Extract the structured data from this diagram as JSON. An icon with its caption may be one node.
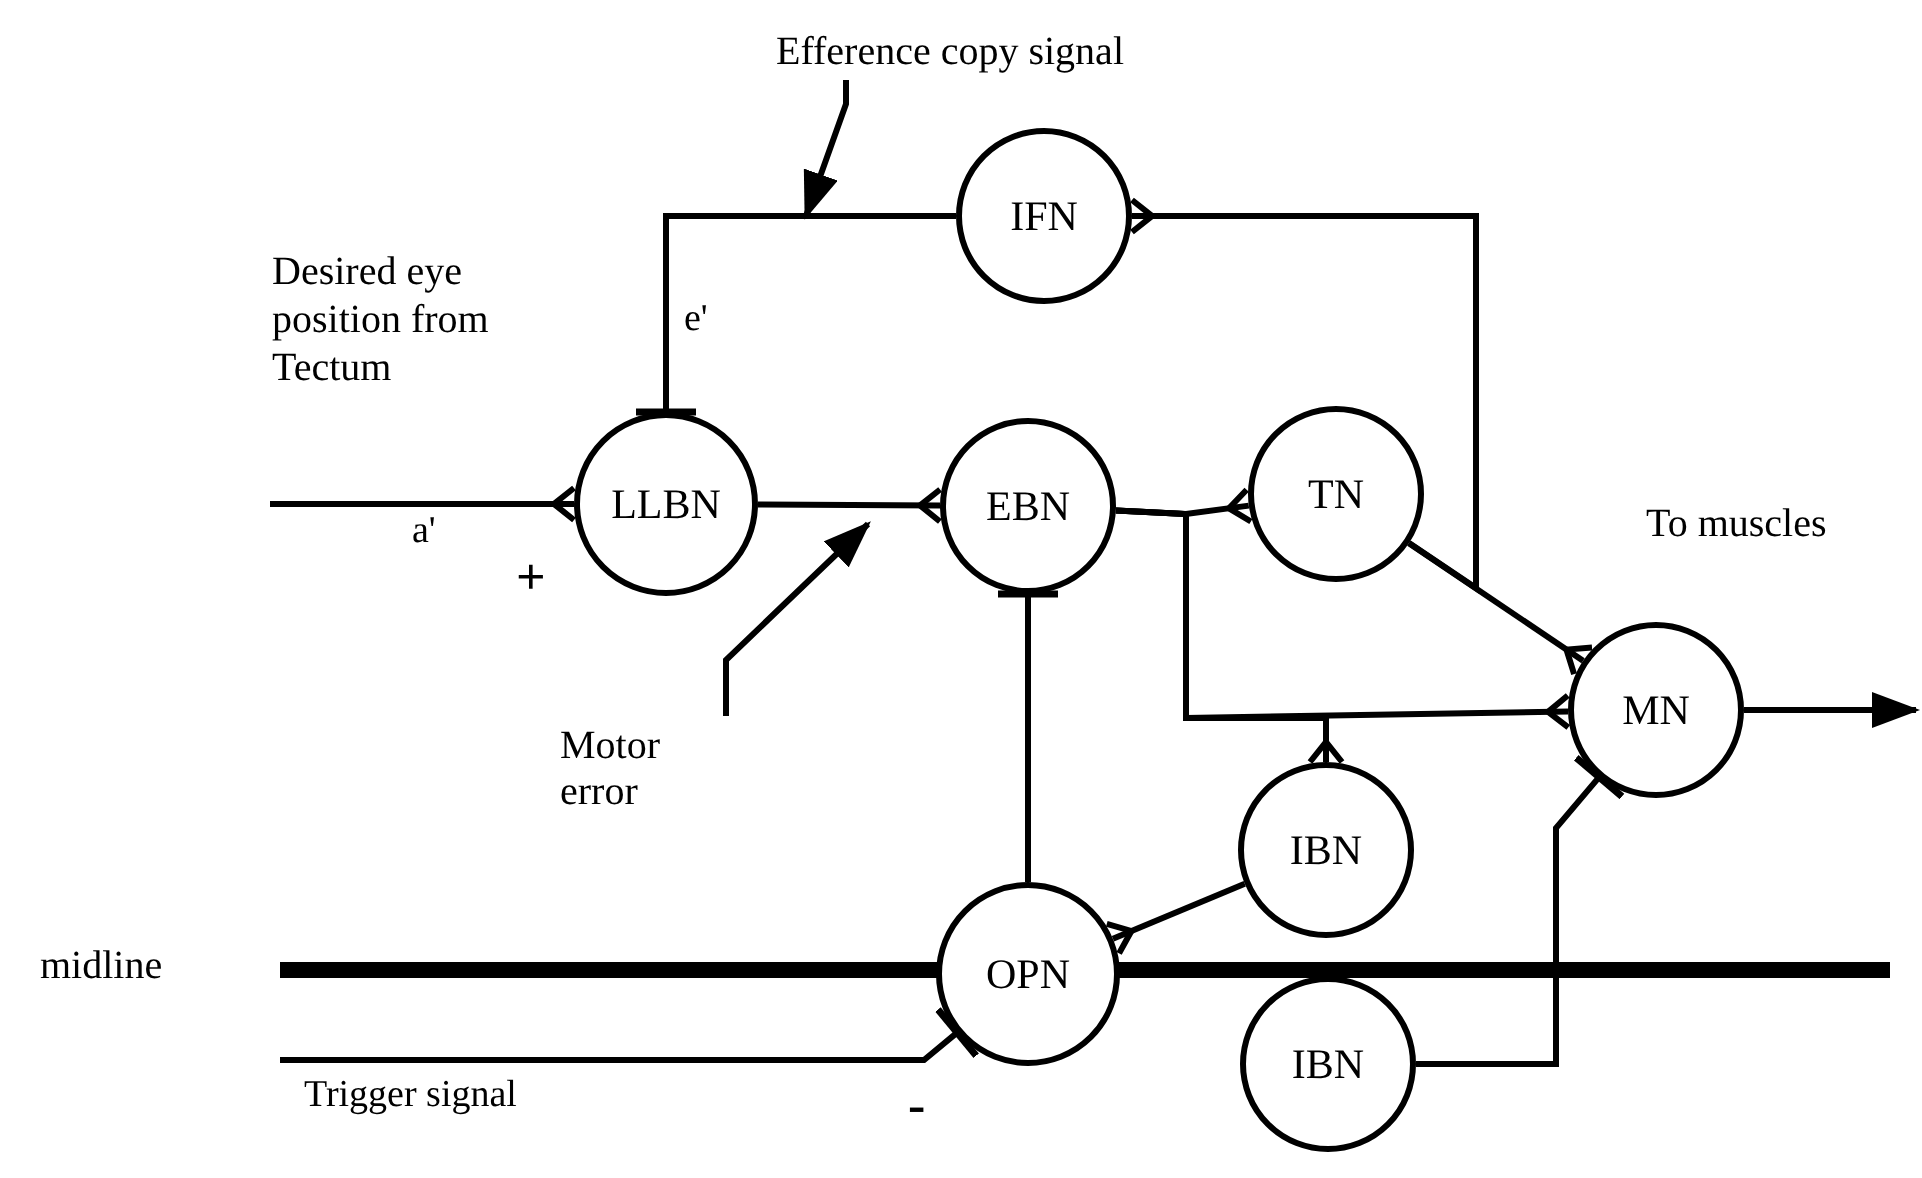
{
  "diagram": {
    "nodes": [
      {
        "text": [
          "Efference copy signal"
        ]
      },
      {
        "text": [
          "IFN"
        ]
      },
      {
        "text": [
          "LLBN"
        ],
        "beside": [
          "+"
        ]
      },
      {
        "text": [
          "EBN"
        ]
      },
      {
        "text": [
          "TN"
        ]
      },
      {
        "text": [
          "MN"
        ]
      },
      {
        "text": [
          "Motor error"
        ]
      },
      {
        "text": [
          "IBN"
        ]
      },
      {
        "text": [
          "OPN"
        ],
        "beside": [
          "-"
        ]
      },
      {
        "text": [
          "IBN"
        ]
      }
    ],
    "edges": [
      {
        "from": null,
        "to": 2,
        "arrow": "other",
        "label": "a'"
      },
      {
        "from": 1,
        "to": 2,
        "arrow": "other",
        "label": "e'"
      },
      {
        "from": 2,
        "to": 3,
        "arrow": "other"
      },
      {
        "from": 3,
        "to": 4,
        "arrow": "other"
      },
      {
        "from": 3,
        "to": 5,
        "arrow": "other"
      },
      {
        "from": 3,
        "to": 7,
        "arrow": "other"
      },
      {
        "from": 4,
        "to": 5,
        "arrow": "other"
      },
      {
        "from": 4,
        "to": 1,
        "arrow": "other"
      },
      {
        "from": 7,
        "to": 8,
        "arrow": "other"
      },
      {
        "from": 8,
        "to": 3,
        "arrow": "other"
      },
      {
        "from": 9,
        "to": 5,
        "arrow": "other"
      },
      {
        "from": null,
        "to": 8,
        "arrow": "other",
        "label": "Trigger signal"
      },
      {
        "from": 5,
        "to": null,
        "arrow": "to"
      },
      {
        "from": 0,
        "to": null,
        "arrow": "to"
      },
      {
        "from": 6,
        "to": null,
        "arrow": "to"
      }
    ],
    "labels": [
      "Desired eye position from Tectum",
      "To muscles",
      "midline"
    ]
  }
}
